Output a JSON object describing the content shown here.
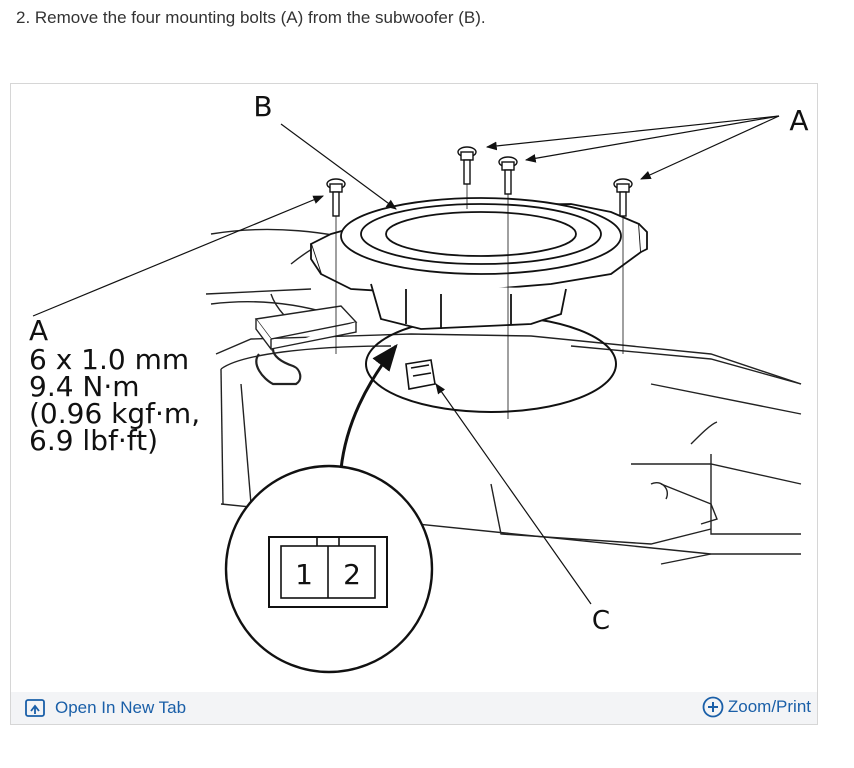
{
  "step": {
    "text": "2. Remove the four mounting bolts (A) from the subwoofer (B)."
  },
  "figure": {
    "label_a_top": "A",
    "label_b": "B",
    "label_c": "C",
    "label_a_left": "A",
    "spec_lines": [
      "6 x 1.0 mm",
      "9.4 N·m",
      "(0.96 kgf·m,",
      "6.9 lbf·ft)"
    ],
    "connector_pins": [
      "1",
      "2"
    ]
  },
  "toolbar": {
    "open_tab_label": "Open In New Tab",
    "zoom_label": "Zoom/Print"
  },
  "colors": {
    "link": "#1a5fa8",
    "toolbar_bg": "#f3f4f6"
  }
}
